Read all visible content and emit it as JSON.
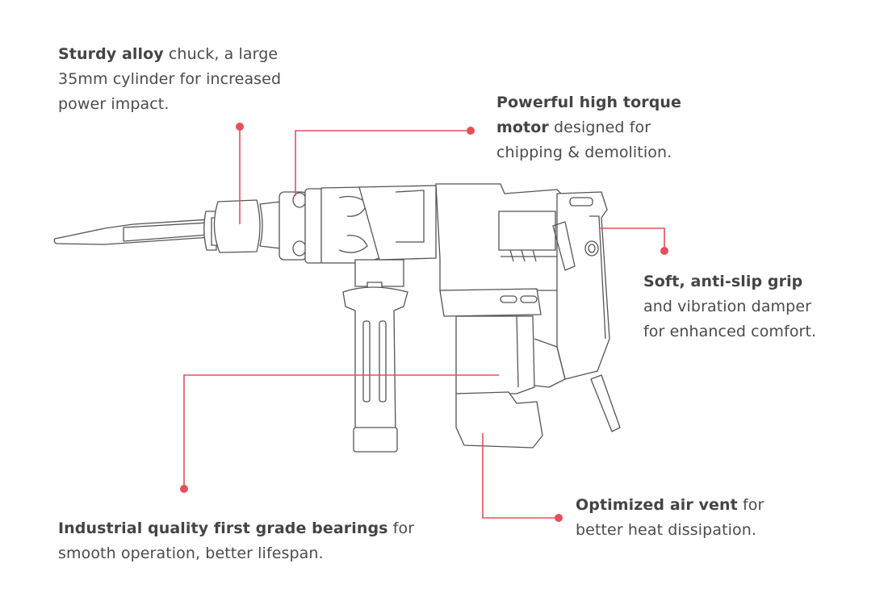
{
  "colors": {
    "accent": "#e5505a",
    "text": "#4b4b4b"
  },
  "callouts": {
    "chuck": {
      "bold": "Sturdy alloy",
      "line1_rest": " chuck, a large",
      "line2": "35mm cylinder for increased",
      "line3": "power impact."
    },
    "motor": {
      "bold1": "Powerful high torque",
      "bold2": "motor",
      "line2_rest": " designed for",
      "line3": "chipping & demolition."
    },
    "grip": {
      "bold": "Soft, anti-slip grip",
      "line2": "and vibration damper",
      "line3": "for enhanced comfort."
    },
    "bearings": {
      "bold": "Industrial quality first grade bearings",
      "line1_rest": " for",
      "line2": "smooth operation, better lifespan."
    },
    "vent": {
      "bold": "Optimized air vent",
      "line1_rest": " for",
      "line2": "better heat dissipation."
    }
  }
}
